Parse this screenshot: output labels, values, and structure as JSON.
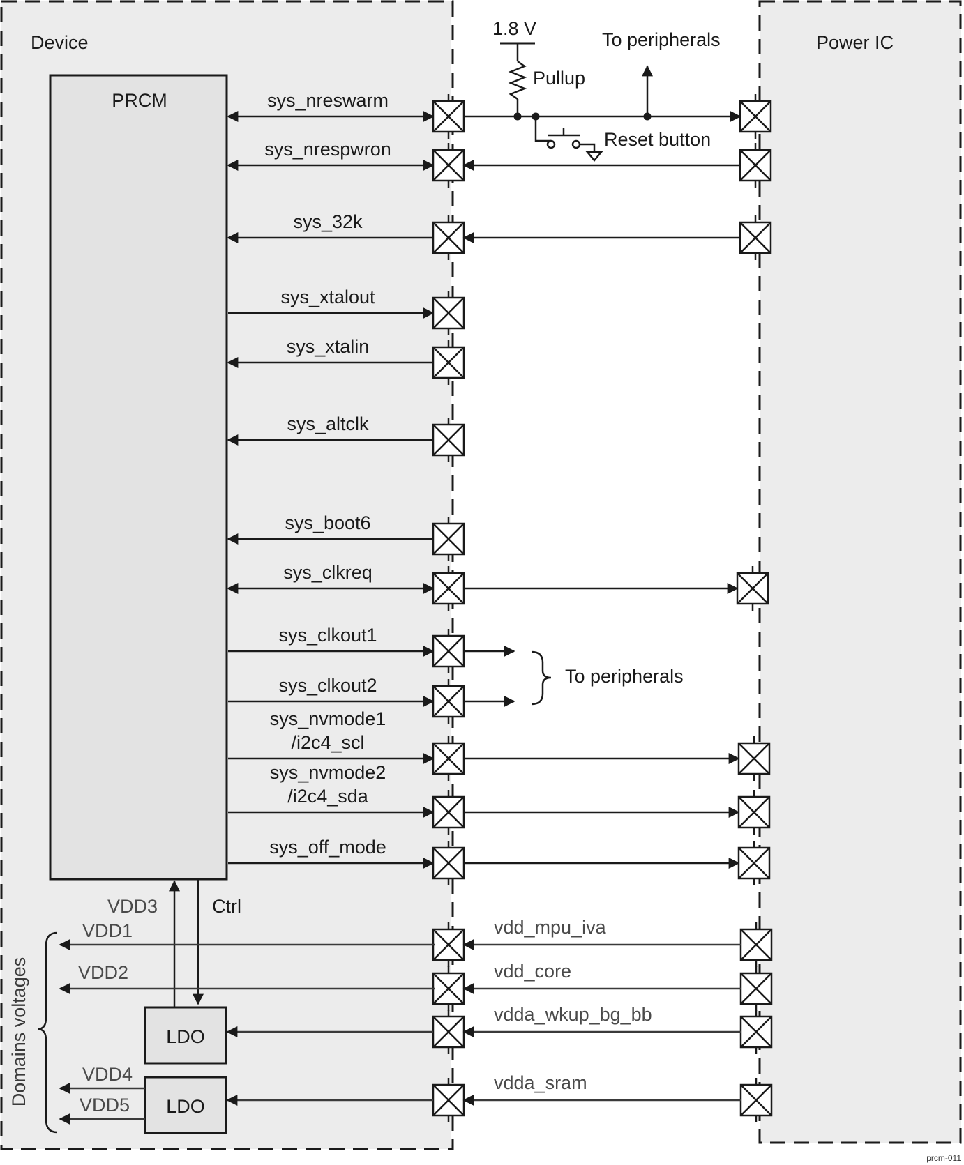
{
  "device_label": "Device",
  "power_ic_label": "Power IC",
  "prcm_label": "PRCM",
  "supply_label": "1.8 V",
  "pullup_label": "Pullup",
  "to_peripherals_top": "To peripherals",
  "reset_button_label": "Reset button",
  "to_peripherals_clk": "To peripherals",
  "signals": [
    {
      "id": "sys-nreswarm",
      "lines": [
        "sys_nreswarm"
      ],
      "direction": "bidirectional",
      "connects_power_ic": true,
      "power_ic_arrow": "to-power-ic"
    },
    {
      "id": "sys-nrespwron",
      "lines": [
        "sys_nrespwron"
      ],
      "direction": "bidirectional",
      "connects_power_ic": true,
      "power_ic_arrow": "to-device"
    },
    {
      "id": "sys-32k",
      "lines": [
        "sys_32k"
      ],
      "direction": "to-prcm",
      "connects_power_ic": true,
      "power_ic_arrow": "to-device"
    },
    {
      "id": "sys-xtalout",
      "lines": [
        "sys_xtalout"
      ],
      "direction": "from-prcm",
      "connects_power_ic": false
    },
    {
      "id": "sys-xtalin",
      "lines": [
        "sys_xtalin"
      ],
      "direction": "to-prcm",
      "connects_power_ic": false
    },
    {
      "id": "sys-altclk",
      "lines": [
        "sys_altclk"
      ],
      "direction": "to-prcm",
      "connects_power_ic": false
    },
    {
      "id": "sys-boot6",
      "lines": [
        "sys_boot6"
      ],
      "direction": "to-prcm",
      "connects_power_ic": false
    },
    {
      "id": "sys-clkreq",
      "lines": [
        "sys_clkreq"
      ],
      "direction": "bidirectional",
      "connects_power_ic": true,
      "power_ic_arrow": "to-power-ic"
    },
    {
      "id": "sys-clkout1",
      "lines": [
        "sys_clkout1"
      ],
      "direction": "from-prcm",
      "connects_power_ic": false,
      "to_peripherals": true
    },
    {
      "id": "sys-clkout2",
      "lines": [
        "sys_clkout2"
      ],
      "direction": "from-prcm",
      "connects_power_ic": false,
      "to_peripherals": true
    },
    {
      "id": "sys-nvmode1",
      "lines": [
        "sys_nvmode1",
        "/i2c4_scl"
      ],
      "direction": "from-prcm",
      "connects_power_ic": true,
      "power_ic_arrow": "to-power-ic"
    },
    {
      "id": "sys-nvmode2",
      "lines": [
        "sys_nvmode2",
        "/i2c4_sda"
      ],
      "direction": "from-prcm",
      "connects_power_ic": true,
      "power_ic_arrow": "to-power-ic"
    },
    {
      "id": "sys-off-mode",
      "lines": [
        "sys_off_mode"
      ],
      "direction": "from-prcm",
      "connects_power_ic": true,
      "power_ic_arrow": "to-power-ic"
    }
  ],
  "supplies": [
    {
      "id": "vdd-mpu-iva",
      "label": "vdd_mpu_iva",
      "output": "VDD1"
    },
    {
      "id": "vdd-core",
      "label": "vdd_core",
      "output": "VDD2"
    },
    {
      "id": "vdda-wkup-bg-bb",
      "label": "vdda_wkup_bg_bb",
      "output": "LDO"
    },
    {
      "id": "vdda-sram",
      "label": "vdda_sram",
      "output": "LDO"
    }
  ],
  "vdd1_label": "VDD1",
  "vdd2_label": "VDD2",
  "vdd3_label": "VDD3",
  "vdd4_label": "VDD4",
  "vdd5_label": "VDD5",
  "ctrl_label": "Ctrl",
  "ldo_label": "LDO",
  "domains_label": "Domains voltages",
  "figure_id": "prcm-011"
}
